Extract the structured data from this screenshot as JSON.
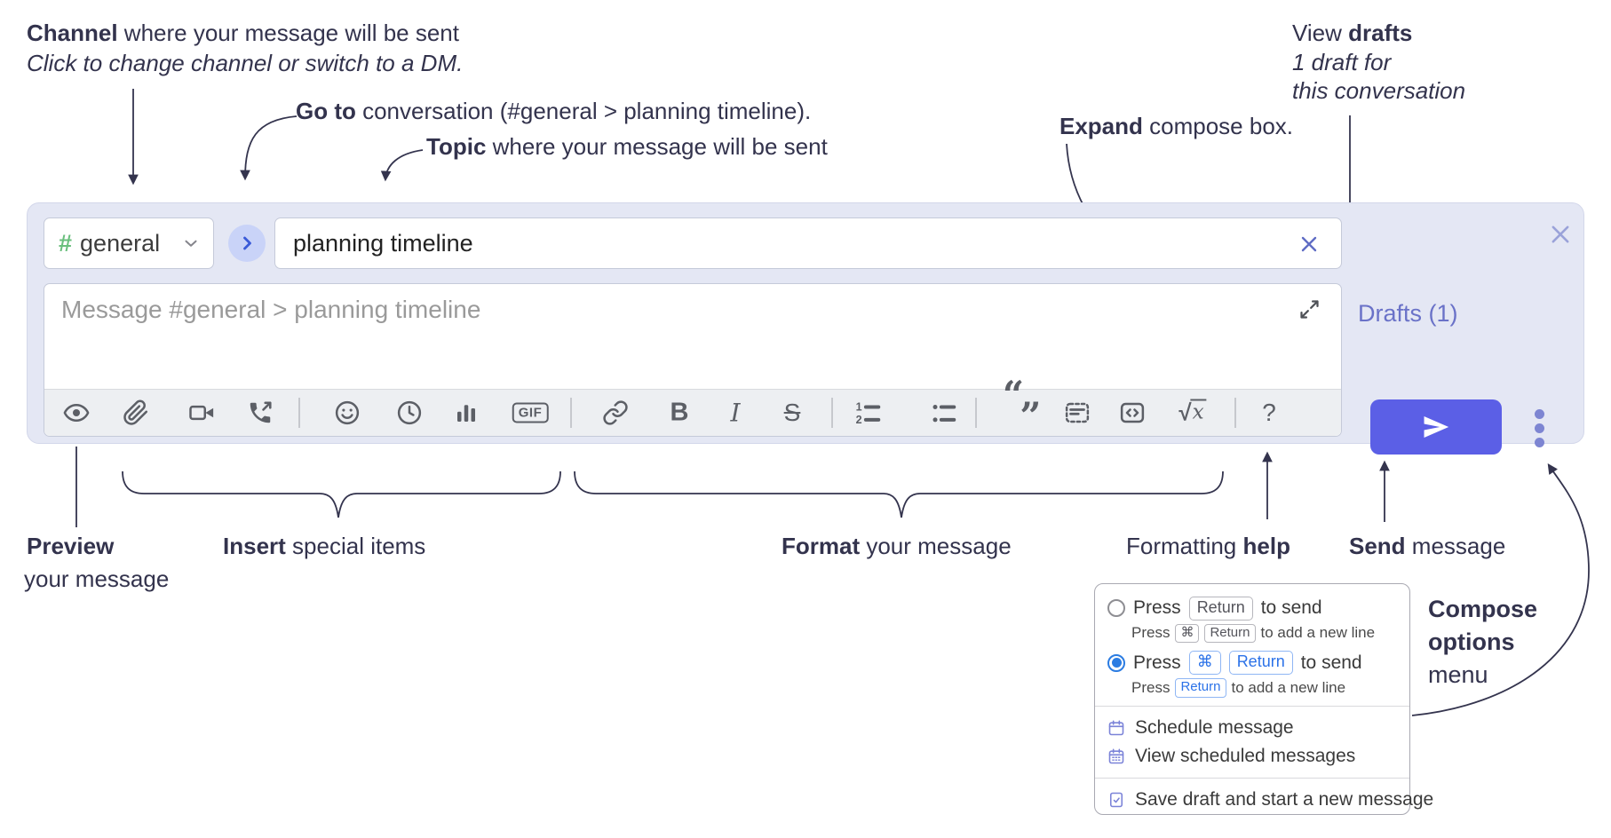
{
  "annotations": {
    "channel": {
      "bold": "Channel",
      "rest": " where your message will be sent",
      "subtitle": "Click to change channel or switch to a DM."
    },
    "goto": {
      "bold": "Go to",
      "rest": " conversation (#general > planning timeline)."
    },
    "topic": {
      "bold": "Topic",
      "rest": " where your message will be sent"
    },
    "expand": {
      "bold": "Expand",
      "rest": " compose box."
    },
    "view_drafts": {
      "pre": "View ",
      "bold": "drafts",
      "line2": "1 draft for",
      "line3": "this conversation"
    },
    "preview": {
      "bold": "Preview",
      "line2": "your message"
    },
    "insert": {
      "bold": "Insert",
      "rest": " special items"
    },
    "format": {
      "bold": "Format",
      "rest": " your message"
    },
    "formatting_help": {
      "pre": "Formatting ",
      "bold": "help"
    },
    "send": {
      "bold": "Send",
      "rest": " message"
    },
    "compose_options": {
      "line1": "Compose",
      "line2": "options",
      "line3": "menu"
    }
  },
  "compose": {
    "channel": {
      "hash": "#",
      "name": "general"
    },
    "topic_value": "planning timeline",
    "message_placeholder": "Message #general > planning timeline",
    "drafts_link": "Drafts (1)",
    "toolbar": {
      "icons": [
        "eye-icon",
        "paperclip-icon",
        "video-camera-icon",
        "phone-call-icon",
        "emoji-icon",
        "clock-icon",
        "bar-chart-icon",
        "gif-icon",
        "link-icon",
        "bold-icon",
        "italic-icon",
        "strikethrough-icon",
        "numbered-list-icon",
        "bulleted-list-icon",
        "quote-icon",
        "spoiler-icon",
        "code-icon",
        "math-icon",
        "help-icon"
      ],
      "gif": "GIF",
      "bold": "B",
      "italic": "I",
      "strike": "S",
      "ol_1": "1",
      "ol_2": "2",
      "quote_marks": "“„",
      "math_root": "√",
      "math_x": "x",
      "help": "?"
    }
  },
  "options_menu": {
    "option1": {
      "press": "Press",
      "kbd_return": "Return",
      "to_send": "to send",
      "sub_press": "Press",
      "sub_kbd_cmd": "⌘",
      "sub_kbd_return": "Return",
      "sub_rest": "to add a new line",
      "selected": false
    },
    "option2": {
      "press": "Press",
      "kbd_cmd": "⌘",
      "kbd_return": "Return",
      "to_send": "to send",
      "sub_press": "Press",
      "sub_kbd_return": "Return",
      "sub_rest": "to add a new line",
      "selected": true
    },
    "items": [
      {
        "icon": "calendar-icon",
        "label": "Schedule message"
      },
      {
        "icon": "calendar-grid-icon",
        "label": "View scheduled messages"
      },
      {
        "icon": "save-draft-icon",
        "label": "Save draft and start a new message"
      }
    ]
  },
  "colors": {
    "compose_bg": "#e4e7f4",
    "send_accent": "#5b5fe6",
    "drafts_link": "#6a72c8",
    "hash_green": "#6abf7d",
    "goto_blue": "#3a5ad8",
    "radio_selected": "#2b7ce2",
    "kbd_blue": "#2b72e8",
    "menu_icon_purple": "#7b83d8",
    "annotation_ink": "#33334d"
  }
}
